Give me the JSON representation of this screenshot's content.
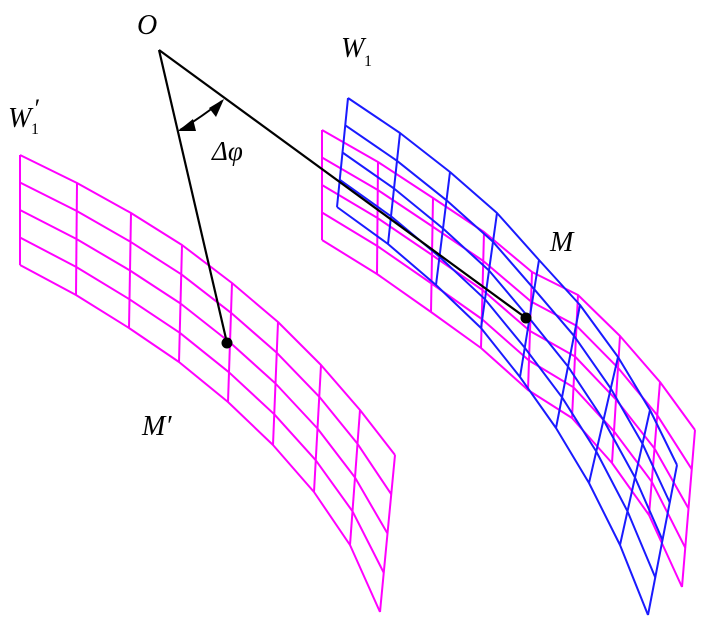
{
  "colors": {
    "background": "#ffffff",
    "grid_original": "#ff00ff",
    "grid_rotated": "#1a1aff",
    "lines": "#000000"
  },
  "labels": {
    "origin": "O",
    "w1_main": "W",
    "w1_sub": "1",
    "w1p_main": "W",
    "w1p_prime": "′",
    "w1p_sub": "1",
    "delta_phi": "Δφ",
    "m": "M",
    "m_prime": "M′"
  },
  "points": {
    "O": [
      159,
      50
    ],
    "M": [
      526,
      318
    ],
    "M_prime": [
      227,
      343
    ]
  },
  "grids": [
    {
      "name": "left-pink-grid-W1-prime",
      "color": "#ff00ff",
      "rows": 4,
      "columns": [
        [
          [
            20,
            155
          ],
          [
            20,
            265
          ]
        ],
        [
          [
            77,
            183
          ],
          [
            76,
            295
          ]
        ],
        [
          [
            131,
            213
          ],
          [
            129,
            328
          ]
        ],
        [
          [
            182,
            245
          ],
          [
            179,
            362
          ]
        ],
        [
          [
            232,
            283
          ],
          [
            228,
            402
          ]
        ],
        [
          [
            278,
            322
          ],
          [
            273,
            445
          ]
        ],
        [
          [
            321,
            365
          ],
          [
            314,
            492
          ]
        ],
        [
          [
            360,
            410
          ],
          [
            350,
            545
          ]
        ],
        [
          [
            395,
            455
          ],
          [
            380,
            612
          ]
        ]
      ]
    },
    {
      "name": "right-pink-grid",
      "color": "#ff00ff",
      "rows": 4,
      "columns": [
        [
          [
            322,
            130
          ],
          [
            322,
            240
          ]
        ],
        [
          [
            378,
            162
          ],
          [
            377,
            274
          ]
        ],
        [
          [
            433,
            198
          ],
          [
            431,
            312
          ]
        ],
        [
          [
            484,
            232
          ],
          [
            481,
            348
          ]
        ],
        [
          [
            532,
            272
          ],
          [
            528,
            390
          ]
        ],
        [
          [
            578,
            295
          ],
          [
            572,
            418
          ]
        ],
        [
          [
            620,
            336
          ],
          [
            612,
            463
          ]
        ],
        [
          [
            660,
            382
          ],
          [
            649,
            515
          ]
        ],
        [
          [
            695,
            430
          ],
          [
            682,
            587
          ]
        ]
      ]
    },
    {
      "name": "blue-grid-W1",
      "color": "#1a1aff",
      "rows": 4,
      "columns": [
        [
          [
            348,
            98
          ],
          [
            337,
            207
          ]
        ],
        [
          [
            400,
            133
          ],
          [
            388,
            244
          ]
        ],
        [
          [
            450,
            172
          ],
          [
            436,
            285
          ]
        ],
        [
          [
            497,
            213
          ],
          [
            481,
            328
          ]
        ],
        [
          [
            539,
            260
          ],
          [
            520,
            377
          ]
        ],
        [
          [
            580,
            305
          ],
          [
            556,
            428
          ]
        ],
        [
          [
            618,
            357
          ],
          [
            589,
            483
          ]
        ],
        [
          [
            650,
            410
          ],
          [
            620,
            545
          ]
        ],
        [
          [
            677,
            465
          ],
          [
            648,
            615
          ]
        ]
      ]
    }
  ]
}
